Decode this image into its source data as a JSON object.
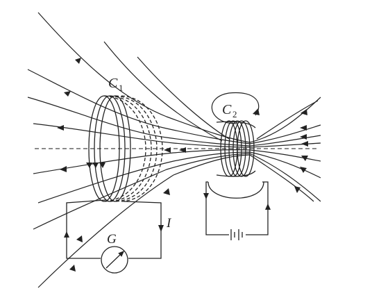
{
  "labels": {
    "c1": "C",
    "c1_sub": "1",
    "c2": "C",
    "c2_sub": "2",
    "galvanometer": "G",
    "current": "I"
  },
  "colors": {
    "line": "#222222",
    "axis_dash": "#444444"
  },
  "elements": {
    "coil_c1": "coil",
    "coil_c2": "coil",
    "galvanometer": "meter-with-needle",
    "battery": "battery-cells",
    "field_lines": "magnetic-field-lines"
  }
}
